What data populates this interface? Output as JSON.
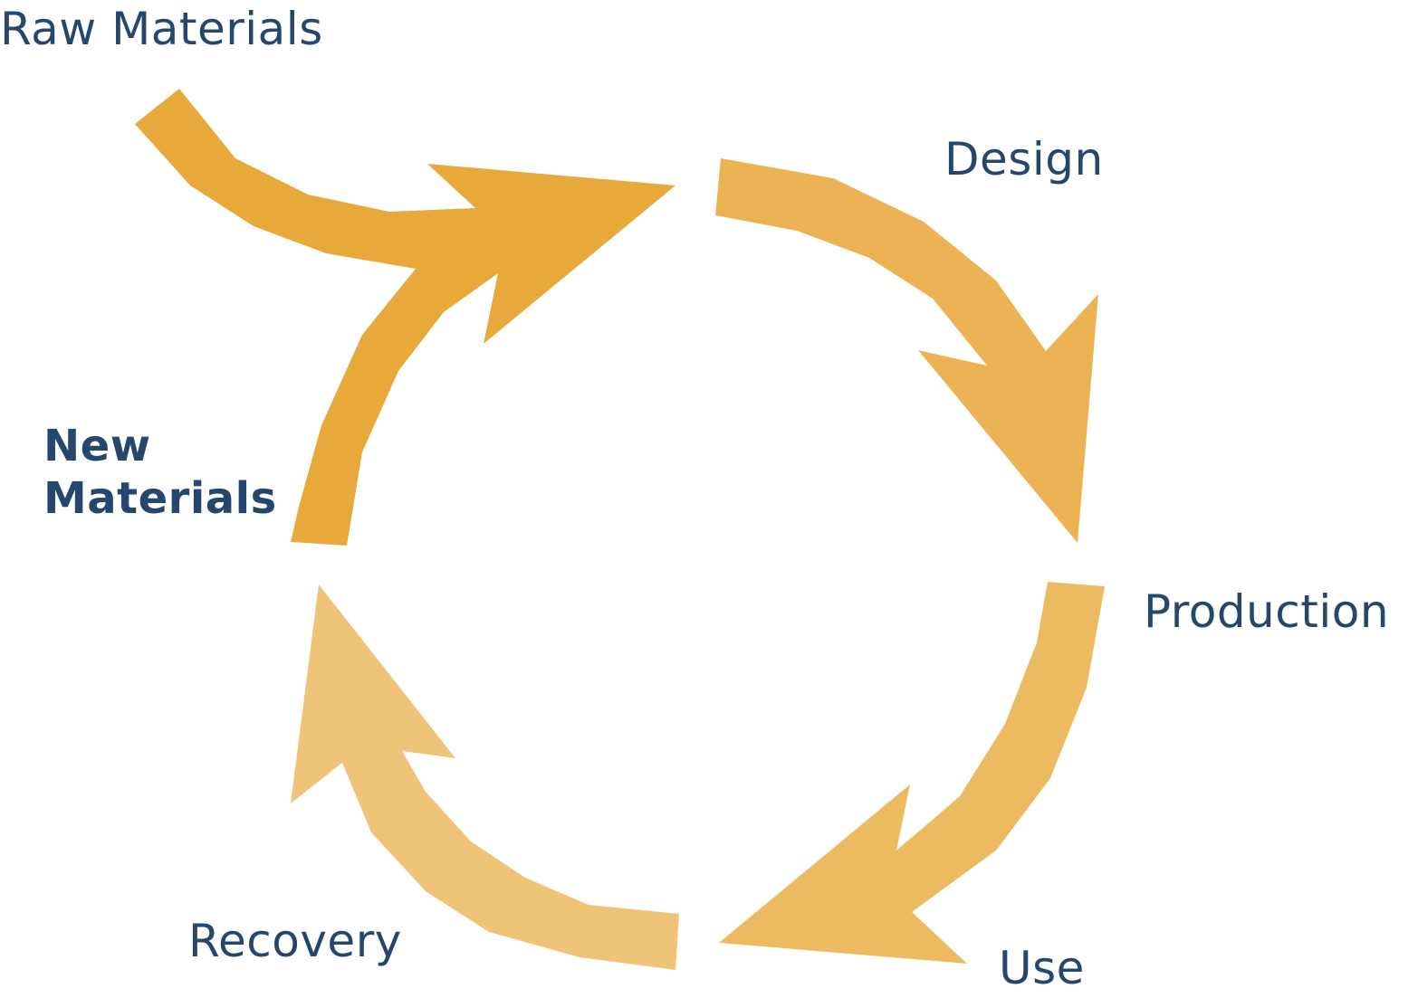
{
  "labels": {
    "raw_materials": "Raw Materials",
    "design": "Design",
    "new_materials": "New Materials",
    "production": "Production",
    "recovery": "Recovery",
    "use": "Use"
  },
  "colors": {
    "text": "#25476e",
    "arrow_raw": "#e8a93b",
    "arrow_design": "#ebb353",
    "arrow_production": "#ecba60",
    "arrow_recovery": "#f0c478",
    "arrow_new": "#e8a93b",
    "background": "#ffffff"
  }
}
